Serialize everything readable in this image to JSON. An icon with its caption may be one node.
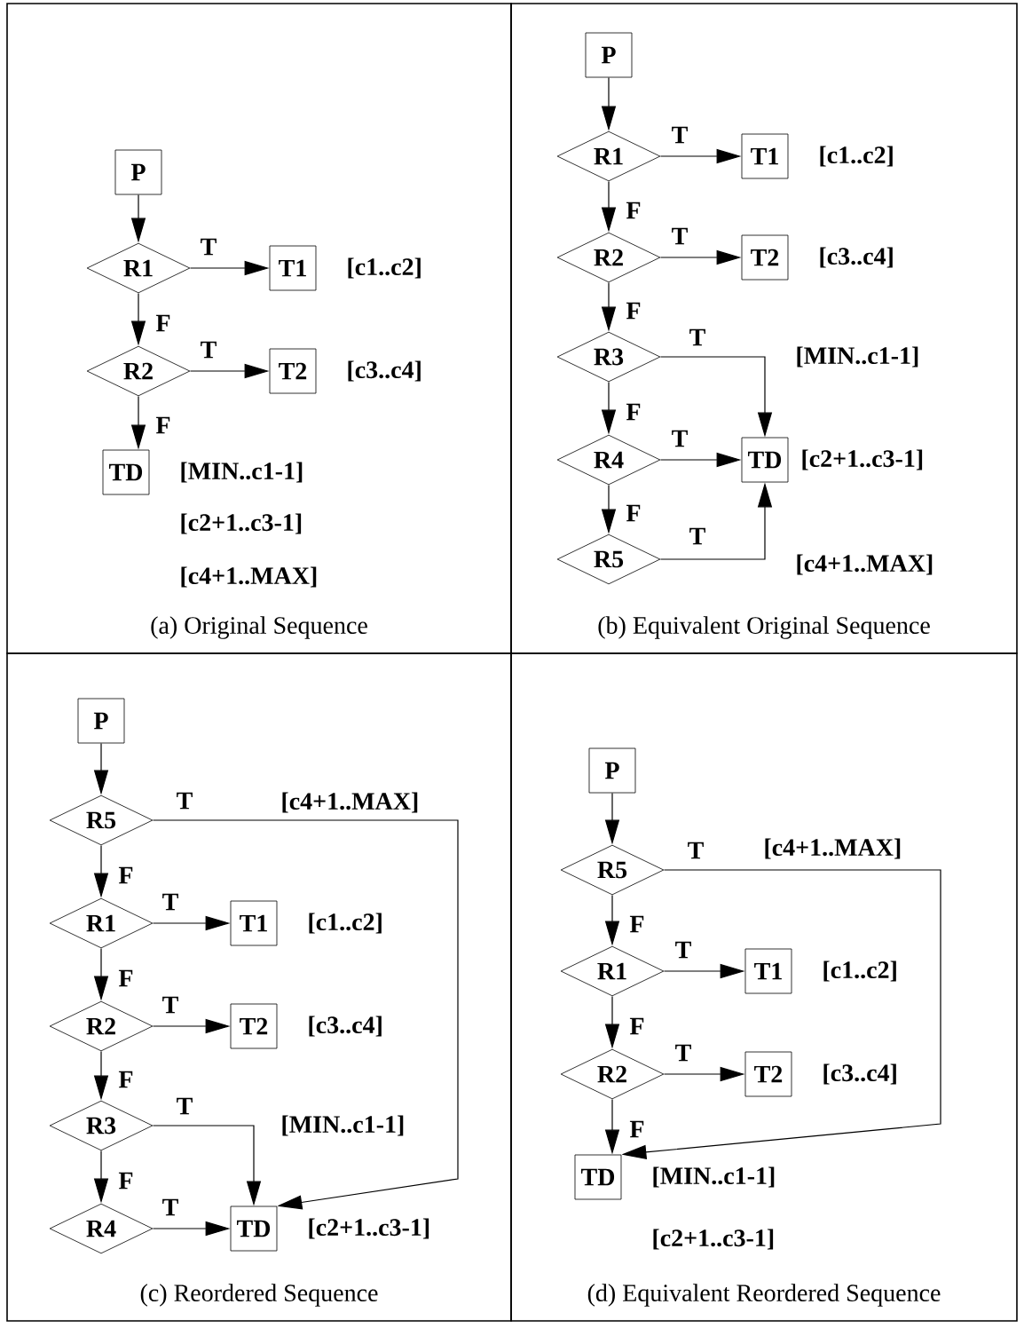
{
  "diagram": {
    "nodes": [
      {
        "text": [
          "(a) Original Sequence"
        ]
      },
      {
        "text": [
          "P"
        ],
        "in": 0
      },
      {
        "text": [
          "R1"
        ],
        "in": 0
      },
      {
        "text": [
          "T1"
        ],
        "in": 0,
        "beside": [
          "[c1..c2]"
        ]
      },
      {
        "text": [
          "R2"
        ],
        "in": 0
      },
      {
        "text": [
          "T2"
        ],
        "in": 0,
        "beside": [
          "[c3..c4]"
        ]
      },
      {
        "text": [
          "TD"
        ],
        "in": 0,
        "beside": [
          "[MIN..c1-1]",
          "[c2+1..c3-1]",
          "[c4+1..MAX]"
        ]
      },
      {
        "text": [
          "(b) Equivalent Original Sequence"
        ]
      },
      {
        "text": [
          "P"
        ],
        "in": 7
      },
      {
        "text": [
          "R1"
        ],
        "in": 7
      },
      {
        "text": [
          "T1"
        ],
        "in": 7,
        "beside": [
          "[c1..c2]"
        ]
      },
      {
        "text": [
          "R2"
        ],
        "in": 7
      },
      {
        "text": [
          "T2"
        ],
        "in": 7,
        "beside": [
          "[c3..c4]"
        ]
      },
      {
        "text": [
          "R3"
        ],
        "in": 7
      },
      {
        "text": [
          "R4"
        ],
        "in": 7
      },
      {
        "text": [
          "TD"
        ],
        "in": 7,
        "beside": [
          "[MIN..c1-1]",
          "[c2+1..c3-1]",
          "[c4+1..MAX]"
        ]
      },
      {
        "text": [
          "R5"
        ],
        "in": 7
      },
      {
        "text": [
          "(c) Reordered Sequence"
        ]
      },
      {
        "text": [
          "P"
        ],
        "in": 17
      },
      {
        "text": [
          "R5"
        ],
        "in": 17
      },
      {
        "text": [
          "R1"
        ],
        "in": 17
      },
      {
        "text": [
          "T1"
        ],
        "in": 17,
        "beside": [
          "[c1..c2]"
        ]
      },
      {
        "text": [
          "R2"
        ],
        "in": 17
      },
      {
        "text": [
          "T2"
        ],
        "in": 17,
        "beside": [
          "[c3..c4]"
        ]
      },
      {
        "text": [
          "R3"
        ],
        "in": 17
      },
      {
        "text": [
          "R4"
        ],
        "in": 17
      },
      {
        "text": [
          "TD"
        ],
        "in": 17,
        "beside": [
          "[MIN..c1-1]",
          "[c2+1..c3-1]"
        ]
      },
      {
        "text": [
          "(d) Equivalent Reordered Sequence"
        ]
      },
      {
        "text": [
          "P"
        ],
        "in": 27
      },
      {
        "text": [
          "R5"
        ],
        "in": 27
      },
      {
        "text": [
          "R1"
        ],
        "in": 27
      },
      {
        "text": [
          "T1"
        ],
        "in": 27,
        "beside": [
          "[c1..c2]"
        ]
      },
      {
        "text": [
          "R2"
        ],
        "in": 27
      },
      {
        "text": [
          "T2"
        ],
        "in": 27,
        "beside": [
          "[c3..c4]"
        ]
      },
      {
        "text": [
          "TD"
        ],
        "in": 27,
        "beside": [
          "[MIN..c1-1]",
          "[c2+1..c3-1]"
        ]
      }
    ],
    "labels": [
      "[c4+1..MAX]",
      "[c4+1..MAX]"
    ],
    "edges": [
      {
        "from": 1,
        "to": 2,
        "arrow": "to"
      },
      {
        "from": 2,
        "to": 3,
        "arrow": "to",
        "label": "T"
      },
      {
        "from": 2,
        "to": 4,
        "arrow": "to",
        "label": "F"
      },
      {
        "from": 4,
        "to": 5,
        "arrow": "to",
        "label": "T"
      },
      {
        "from": 4,
        "to": 6,
        "arrow": "to",
        "label": "F"
      },
      {
        "from": 8,
        "to": 9,
        "arrow": "to"
      },
      {
        "from": 9,
        "to": 10,
        "arrow": "to",
        "label": "T"
      },
      {
        "from": 9,
        "to": 11,
        "arrow": "to",
        "label": "F"
      },
      {
        "from": 11,
        "to": 12,
        "arrow": "to",
        "label": "T"
      },
      {
        "from": 11,
        "to": 13,
        "arrow": "to",
        "label": "F"
      },
      {
        "from": 13,
        "to": 15,
        "arrow": "to",
        "label": "T"
      },
      {
        "from": 13,
        "to": 14,
        "arrow": "to",
        "label": "F"
      },
      {
        "from": 14,
        "to": 15,
        "arrow": "to",
        "label": "T"
      },
      {
        "from": 14,
        "to": 16,
        "arrow": "to",
        "label": "F"
      },
      {
        "from": 16,
        "to": 15,
        "arrow": "to",
        "label": "T"
      },
      {
        "from": 18,
        "to": 19,
        "arrow": "to"
      },
      {
        "from": 19,
        "to": 26,
        "arrow": "to",
        "label": "T"
      },
      {
        "from": 19,
        "to": 20,
        "arrow": "to",
        "label": "F"
      },
      {
        "from": 20,
        "to": 21,
        "arrow": "to",
        "label": "T"
      },
      {
        "from": 20,
        "to": 22,
        "arrow": "to",
        "label": "F"
      },
      {
        "from": 22,
        "to": 23,
        "arrow": "to",
        "label": "T"
      },
      {
        "from": 22,
        "to": 24,
        "arrow": "to",
        "label": "F"
      },
      {
        "from": 24,
        "to": 26,
        "arrow": "to",
        "label": "T"
      },
      {
        "from": 24,
        "to": 25,
        "arrow": "to",
        "label": "F"
      },
      {
        "from": 25,
        "to": 26,
        "arrow": "to",
        "label": "T"
      },
      {
        "from": 28,
        "to": 29,
        "arrow": "to"
      },
      {
        "from": 29,
        "to": 34,
        "arrow": "to",
        "label": "T"
      },
      {
        "from": 29,
        "to": 30,
        "arrow": "to",
        "label": "F"
      },
      {
        "from": 30,
        "to": 31,
        "arrow": "to",
        "label": "T"
      },
      {
        "from": 30,
        "to": 32,
        "arrow": "to",
        "label": "F"
      },
      {
        "from": 32,
        "to": 33,
        "arrow": "to",
        "label": "T"
      },
      {
        "from": 32,
        "to": 34,
        "arrow": "to",
        "label": "F"
      }
    ]
  }
}
